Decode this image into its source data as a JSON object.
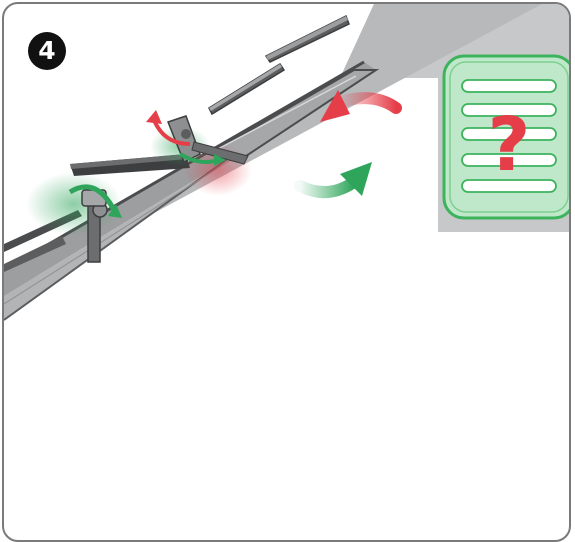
{
  "step": {
    "number": "4"
  },
  "indicator": {
    "symbol": "?"
  },
  "colors": {
    "frame_border": "#7a7a7a",
    "gray_panel": "#c7c8ca",
    "beam_face": "#b3b4b6",
    "beam_edge": "#5c5d5f",
    "beam_dark": "#4b4c4e",
    "profile": "#3d3e40",
    "red_arrow": "#e53e49",
    "green_arrow": "#2ea55b",
    "indicator_fill": "#bfe8cb",
    "indicator_border": "#3cb35c",
    "question_mark": "#e53e49"
  },
  "icons": {
    "step_badge": "step-number-badge",
    "red_arrow": "curved-arrow-left-red",
    "green_arrow": "curved-arrow-right-green",
    "indicator": "vent-grille-question-icon"
  }
}
